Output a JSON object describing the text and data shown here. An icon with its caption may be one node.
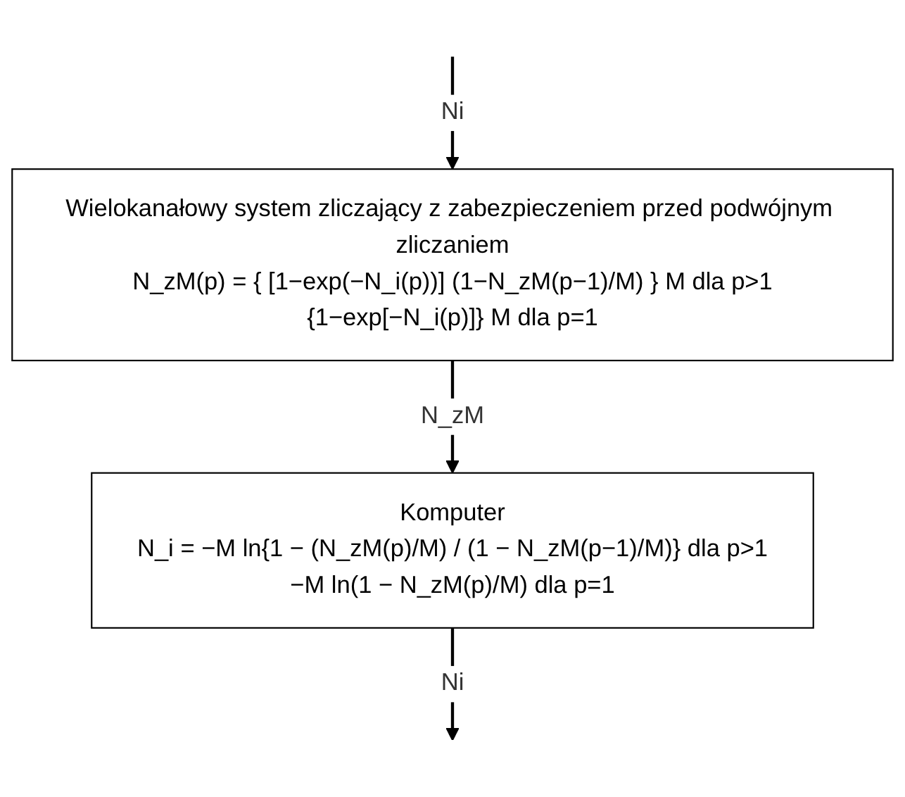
{
  "diagram": {
    "nodes": [
      {
        "text": [
          "Wielokanałowy system zliczający z zabezpieczeniem przed podwójnym zliczaniem",
          "N_zM(p) = { [1−exp(−N_i(p))] (1−N_zM(p−1)/M) } M dla p>1",
          "{1−exp[−N_i(p)]} M dla p=1"
        ]
      },
      {
        "text": [
          "Komputer",
          "N_i = −M ln{1 − (N_zM(p)/M) / (1 − N_zM(p−1)/M)} dla p>1",
          "−M ln(1 − N_zM(p)/M) dla p=1"
        ]
      }
    ],
    "edges": [
      {
        "from": null,
        "to": 0,
        "arrow": "to",
        "label": "Ni"
      },
      {
        "from": 0,
        "to": 1,
        "arrow": "to",
        "label": "N_zM"
      },
      {
        "from": 1,
        "to": null,
        "arrow": "to",
        "label": "Ni"
      }
    ]
  }
}
